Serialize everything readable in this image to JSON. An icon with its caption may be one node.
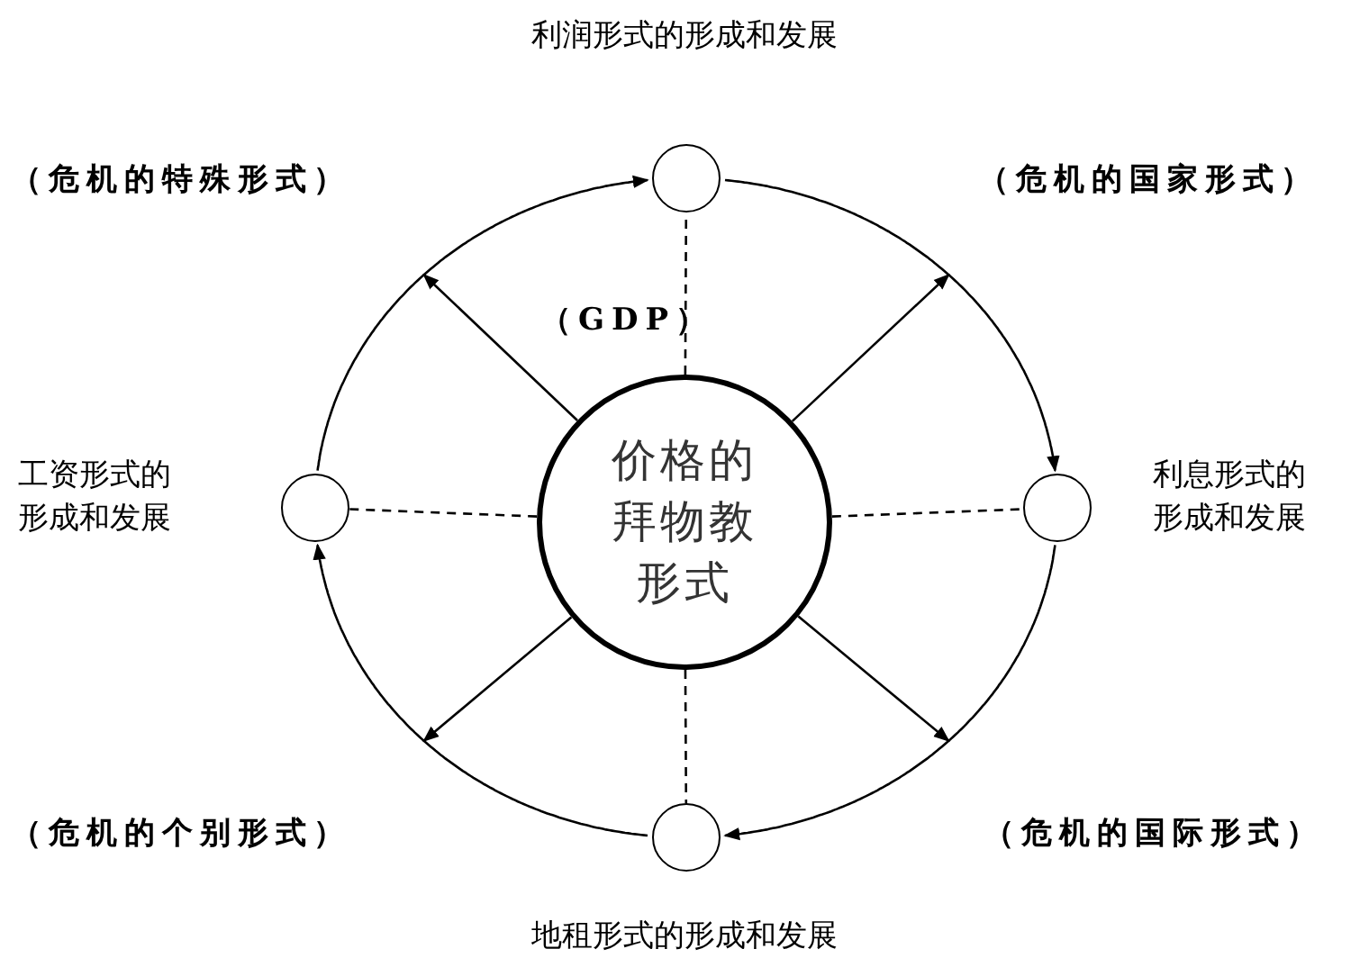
{
  "diagram": {
    "nodes": [
      {
        "text": [
          "价格的拜物教形式"
        ]
      },
      {
        "text": [],
        "shape": "circle",
        "beside": [
          "利润形式的形成和发展"
        ]
      },
      {
        "text": [],
        "shape": "circle",
        "beside": [
          "利息形式的形成和发展"
        ]
      },
      {
        "text": [],
        "shape": "circle",
        "beside": [
          "地租形式的形成和发展"
        ]
      },
      {
        "text": [],
        "shape": "circle",
        "beside": [
          "工资形式的形成和发展"
        ]
      }
    ],
    "edges": [
      {
        "from": 0,
        "to": 1,
        "arrow": "none",
        "style": "dashed"
      },
      {
        "from": 0,
        "to": 2,
        "arrow": "none",
        "style": "dashed"
      },
      {
        "from": 0,
        "to": 3,
        "arrow": "none",
        "style": "dashed"
      },
      {
        "from": 0,
        "to": 4,
        "arrow": "none",
        "style": "dashed"
      },
      {
        "from": 4,
        "to": 1,
        "arrow": "to"
      },
      {
        "from": 1,
        "to": 2,
        "arrow": "to"
      },
      {
        "from": 2,
        "to": 3,
        "arrow": "to"
      },
      {
        "from": 3,
        "to": 4,
        "arrow": "to"
      },
      {
        "from": 0,
        "to": null,
        "arrow": "to"
      },
      {
        "from": 0,
        "to": null,
        "arrow": "to"
      },
      {
        "from": 0,
        "to": null,
        "arrow": "to"
      },
      {
        "from": 0,
        "to": null,
        "arrow": "to"
      }
    ],
    "labels": [
      "（危机的特殊形式）",
      "（危机的国家形式）",
      "（GDP）",
      "（危机的个别形式）",
      "（危机的国际形式）"
    ]
  }
}
